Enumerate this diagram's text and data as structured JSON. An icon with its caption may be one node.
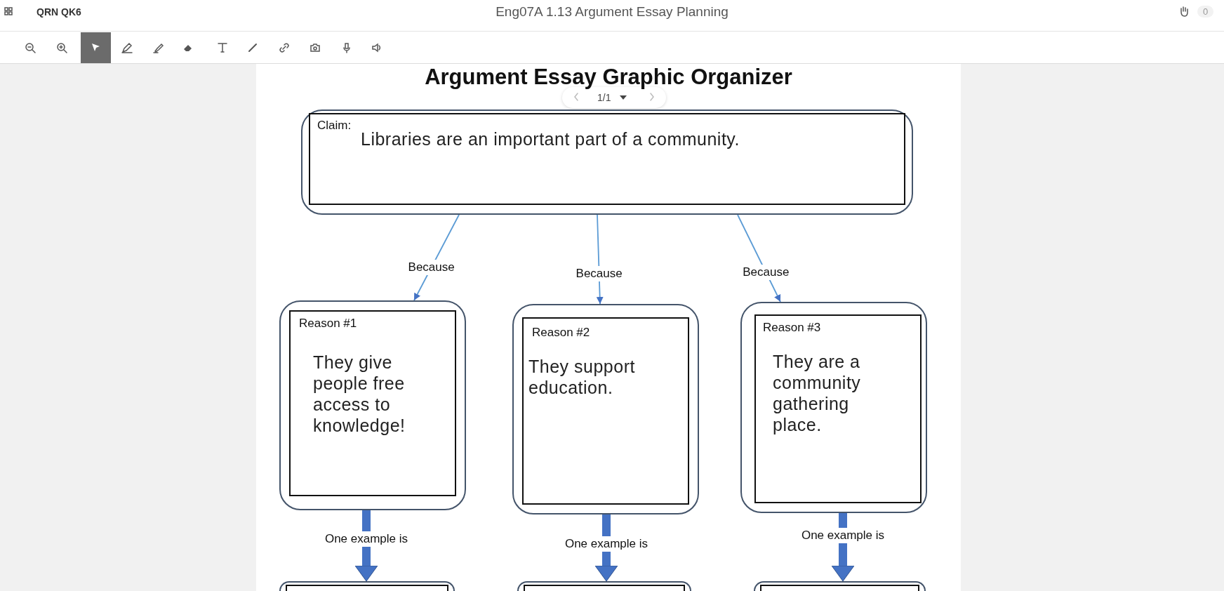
{
  "diagram": {
    "title": "Argument Essay Graphic Organizer",
    "nodes": [
      {
        "text": [
          "Claim:",
          "Libraries are an important part of a community."
        ]
      },
      {
        "text": [
          "Reason #1",
          "They give people free access to knowledge!"
        ]
      },
      {
        "text": [
          "Reason #2",
          "They support education."
        ]
      },
      {
        "text": [
          "Reason #3",
          "They are a community gathering place."
        ]
      },
      {
        "text": [],
        "shape": "box"
      },
      {
        "text": [],
        "shape": "box"
      },
      {
        "text": [],
        "shape": "box"
      }
    ],
    "edges": [
      {
        "from": 0,
        "to": 1,
        "arrow": "to",
        "label": "Because"
      },
      {
        "from": 0,
        "to": 2,
        "arrow": "to",
        "label": "Because"
      },
      {
        "from": 0,
        "to": 3,
        "arrow": "to",
        "label": "Because"
      },
      {
        "from": 1,
        "to": 4,
        "arrow": "to",
        "label": "One example is",
        "style": "thick",
        "color": "#4472c4"
      },
      {
        "from": 2,
        "to": 5,
        "arrow": "to",
        "label": "One example is",
        "style": "thick",
        "color": "#4472c4"
      },
      {
        "from": 3,
        "to": 6,
        "arrow": "to",
        "label": "One example is",
        "style": "thick",
        "color": "#4472c4"
      }
    ],
    "labels": [
      "QRN QK6",
      "Eng07A 1.13 Argument Essay Planning",
      "0",
      "1/1"
    ]
  }
}
